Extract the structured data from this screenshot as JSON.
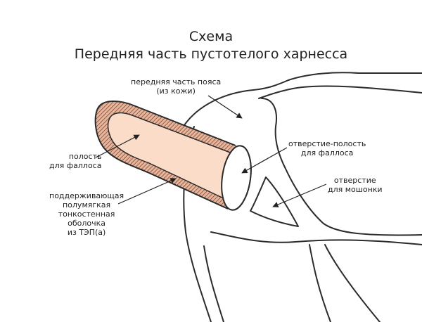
{
  "title": {
    "line1": "Схема",
    "line2": "Передняя часть пустотелого харнесса"
  },
  "labels": {
    "belt_front": [
      "передняя часть пояса",
      "(из кожи)"
    ],
    "phallus_hole": [
      "отверстие-полость",
      "для фаллоса"
    ],
    "scrotum_hole": [
      "отверстие",
      "для мошонки"
    ],
    "phallus_cavity": [
      "полость",
      "для фаллоса"
    ],
    "shell": [
      "поддерживающая",
      "полумягкая",
      "тонкостенная",
      "оболочка",
      "из ТЭП(а)"
    ]
  },
  "colors": {
    "outline": "#2b2b2b",
    "cavity_fill": "#fbdcc8",
    "shell_fill": "#e9b49a",
    "hatch": "#5a3a2a"
  }
}
